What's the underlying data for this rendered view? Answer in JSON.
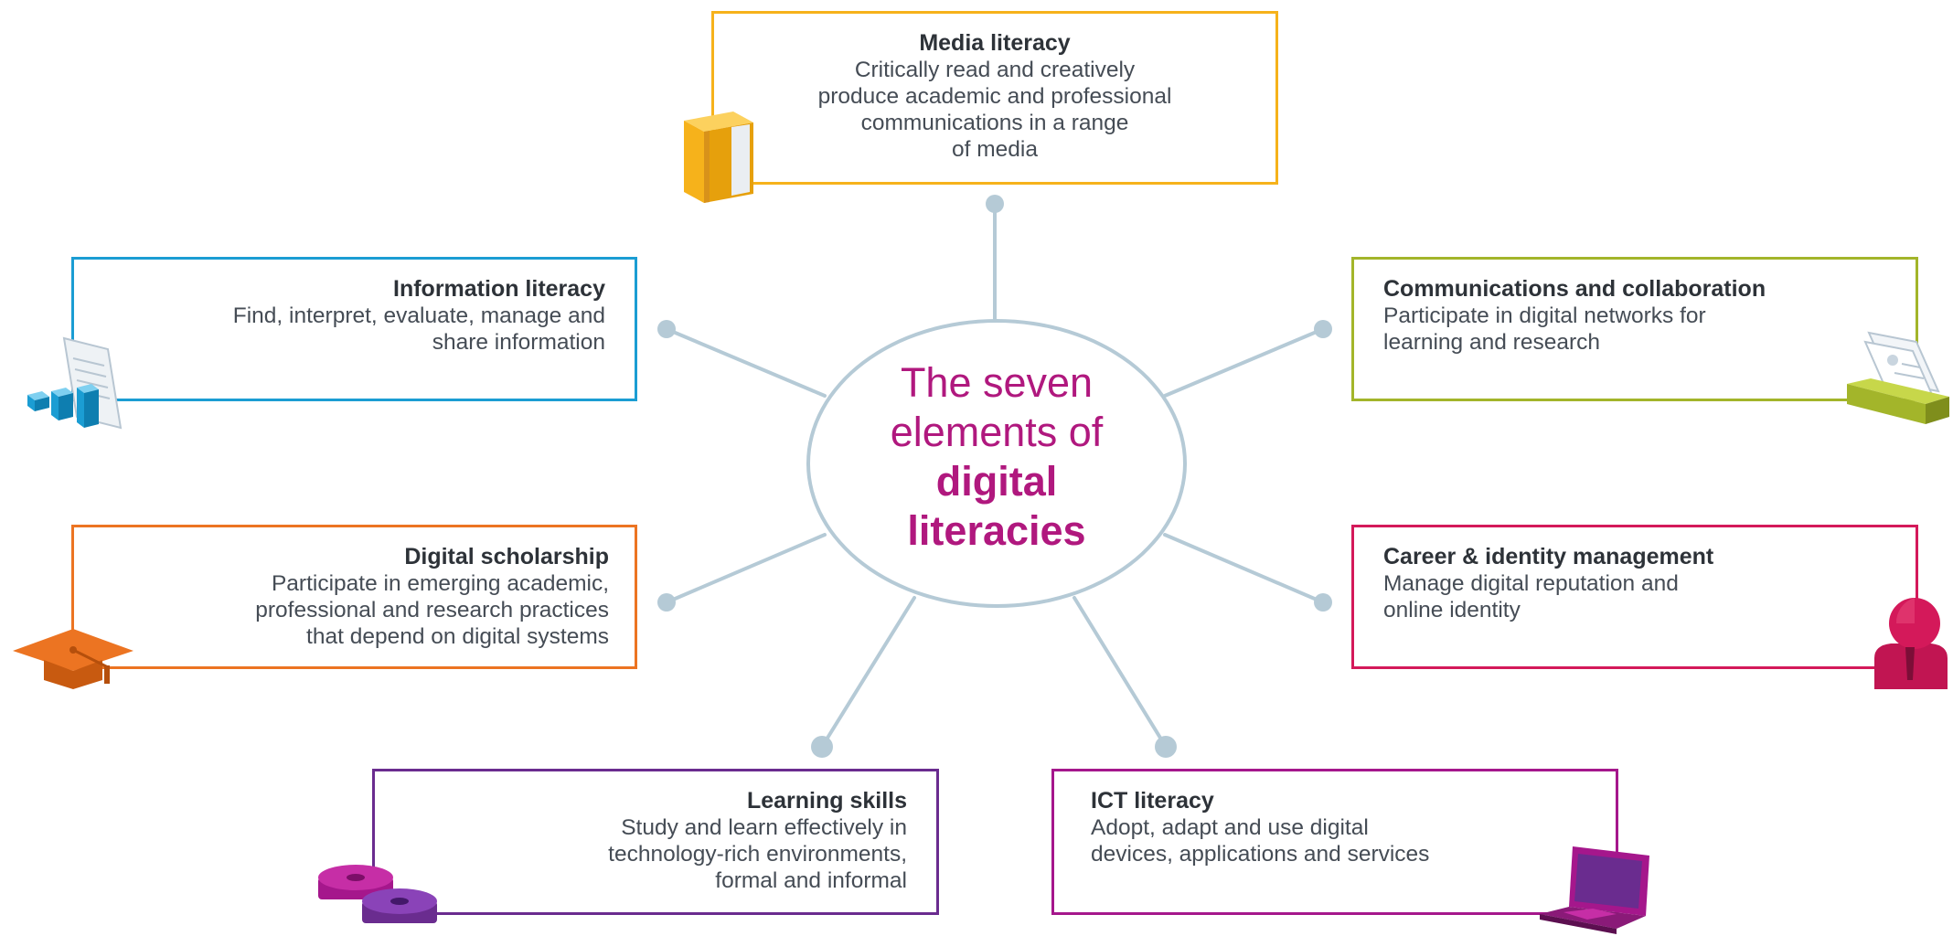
{
  "center": {
    "line1": "The seven",
    "line2": "elements of",
    "line3": "digital",
    "line4": "literacies"
  },
  "elements": [
    {
      "id": "media",
      "title": "Media literacy",
      "description": "Critically read and creatively\nproduce academic and professional\ncommunications in a range\nof media",
      "color": "#f6b21b",
      "icon": "book-icon"
    },
    {
      "id": "information",
      "title": "Information literacy",
      "description": "Find, interpret, evaluate, manage and\nshare information",
      "color": "#1b9dd3",
      "icon": "document-chart-icon"
    },
    {
      "id": "communications",
      "title": "Communications and collaboration",
      "description": "Participate in digital networks for\nlearning and research",
      "color": "#a3b52a",
      "icon": "card-file-icon"
    },
    {
      "id": "scholarship",
      "title": "Digital scholarship",
      "description": "Participate in emerging academic,\nprofessional and research practices\nthat depend on digital systems",
      "color": "#ec7422",
      "icon": "graduation-cap-icon"
    },
    {
      "id": "career",
      "title": "Career & identity management",
      "description": "Manage digital reputation and\nonline identity",
      "color": "#d4195a",
      "icon": "person-icon"
    },
    {
      "id": "learning",
      "title": "Learning skills",
      "description": "Study and learn effectively in\ntechnology-rich environments,\nformal and informal",
      "color": "#6a2c8f",
      "icon": "gears-icon"
    },
    {
      "id": "ict",
      "title": "ICT literacy",
      "description": "Adopt, adapt and use digital\ndevices, applications and services",
      "color": "#a5178c",
      "icon": "laptop-icon"
    }
  ],
  "colors": {
    "connector": "#b5cad6",
    "center_text": "#b0187e"
  }
}
